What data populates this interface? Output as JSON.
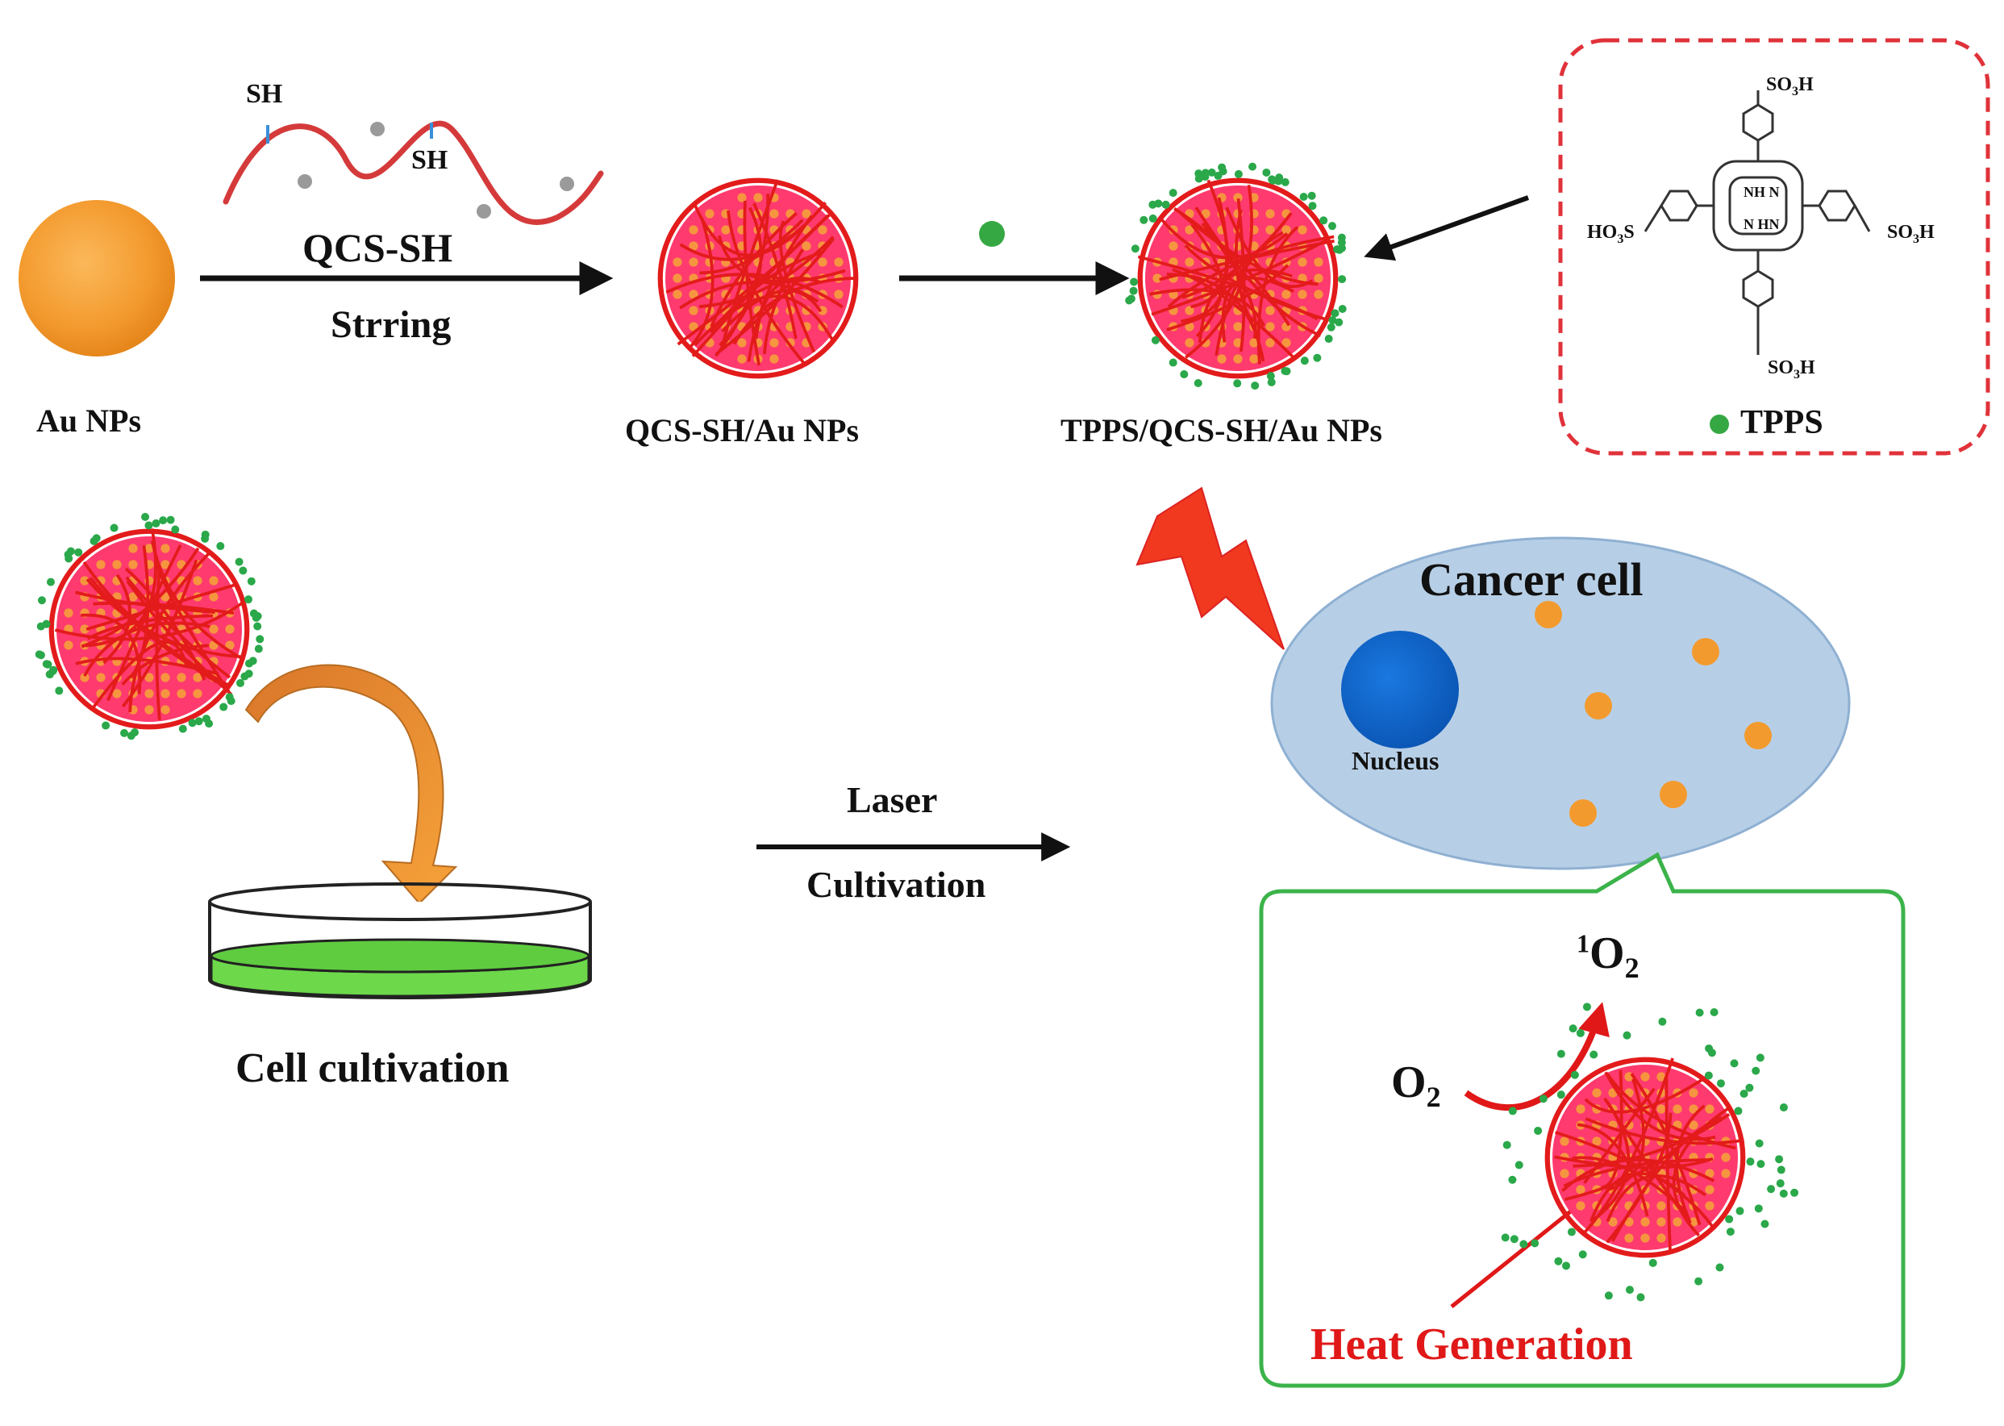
{
  "reaction_1": {
    "reagent_group": "SH",
    "reagent": "QCS-SH",
    "condition": "Strring"
  },
  "products": {
    "au": "Au NPs",
    "qcs_au": "QCS-SH/Au NPs",
    "tpps_qcs_au": "TPPS/QCS-SH/Au NPs"
  },
  "tpps_structure": {
    "top_group": "SO3H",
    "left_group": "HO3S",
    "right_group": "SO3H",
    "bottom_group": "SO3H",
    "nh_upper": "NH N",
    "nh_lower": "N HN",
    "legend": "TPPS"
  },
  "cell_step": {
    "label": "Cell cultivation",
    "arrow_top": "Laser",
    "arrow_bottom": "Cultivation"
  },
  "cancer_cell": {
    "title": "Cancer cell",
    "nucleus": "Nucleus"
  },
  "inset": {
    "singlet_oxygen_sup": "1",
    "singlet_oxygen": "O2",
    "oxygen": "O2",
    "heat": "Heat Generation"
  },
  "colors": {
    "gold": "#f39a2e",
    "polymer": "#e02020",
    "core": "#ff3a6e",
    "tpps_dot": "#2aa84a",
    "cell": "#b7cfe6",
    "nucleus": "#0e62c8",
    "dish_liquid": "#6cd84a",
    "inset_border": "#3bb34a",
    "tpps_box_border": "#e0323a",
    "heat_text": "#e01818"
  }
}
